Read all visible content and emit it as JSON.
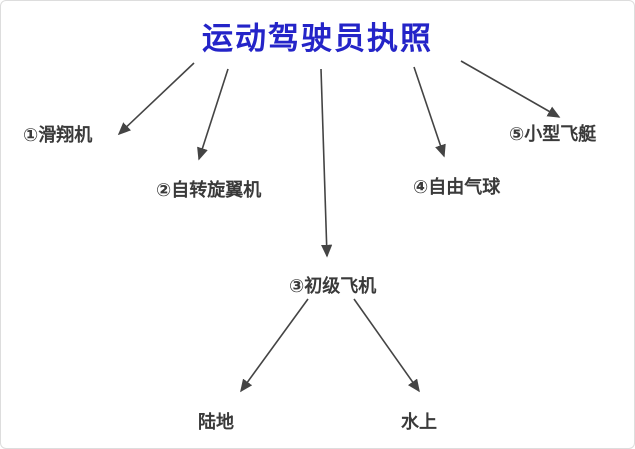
{
  "diagram": {
    "title": "运动驾驶员执照",
    "colors": {
      "title": "#2424c8",
      "node_text": "#3a3a3a",
      "arrow": "#444444",
      "background": "#ffffff"
    },
    "nodes": {
      "glider": "①滑翔机",
      "gyroplane": "②自转旋翼机",
      "primary_aircraft": "③初级飞机",
      "free_balloon": "④自由气球",
      "small_airship": "⑤小型飞艇",
      "land": "陆地",
      "water": "水上"
    },
    "edges": [
      {
        "from": "title",
        "to": "glider"
      },
      {
        "from": "title",
        "to": "gyroplane"
      },
      {
        "from": "title",
        "to": "primary_aircraft"
      },
      {
        "from": "title",
        "to": "free_balloon"
      },
      {
        "from": "title",
        "to": "small_airship"
      },
      {
        "from": "primary_aircraft",
        "to": "land"
      },
      {
        "from": "primary_aircraft",
        "to": "water"
      }
    ]
  }
}
